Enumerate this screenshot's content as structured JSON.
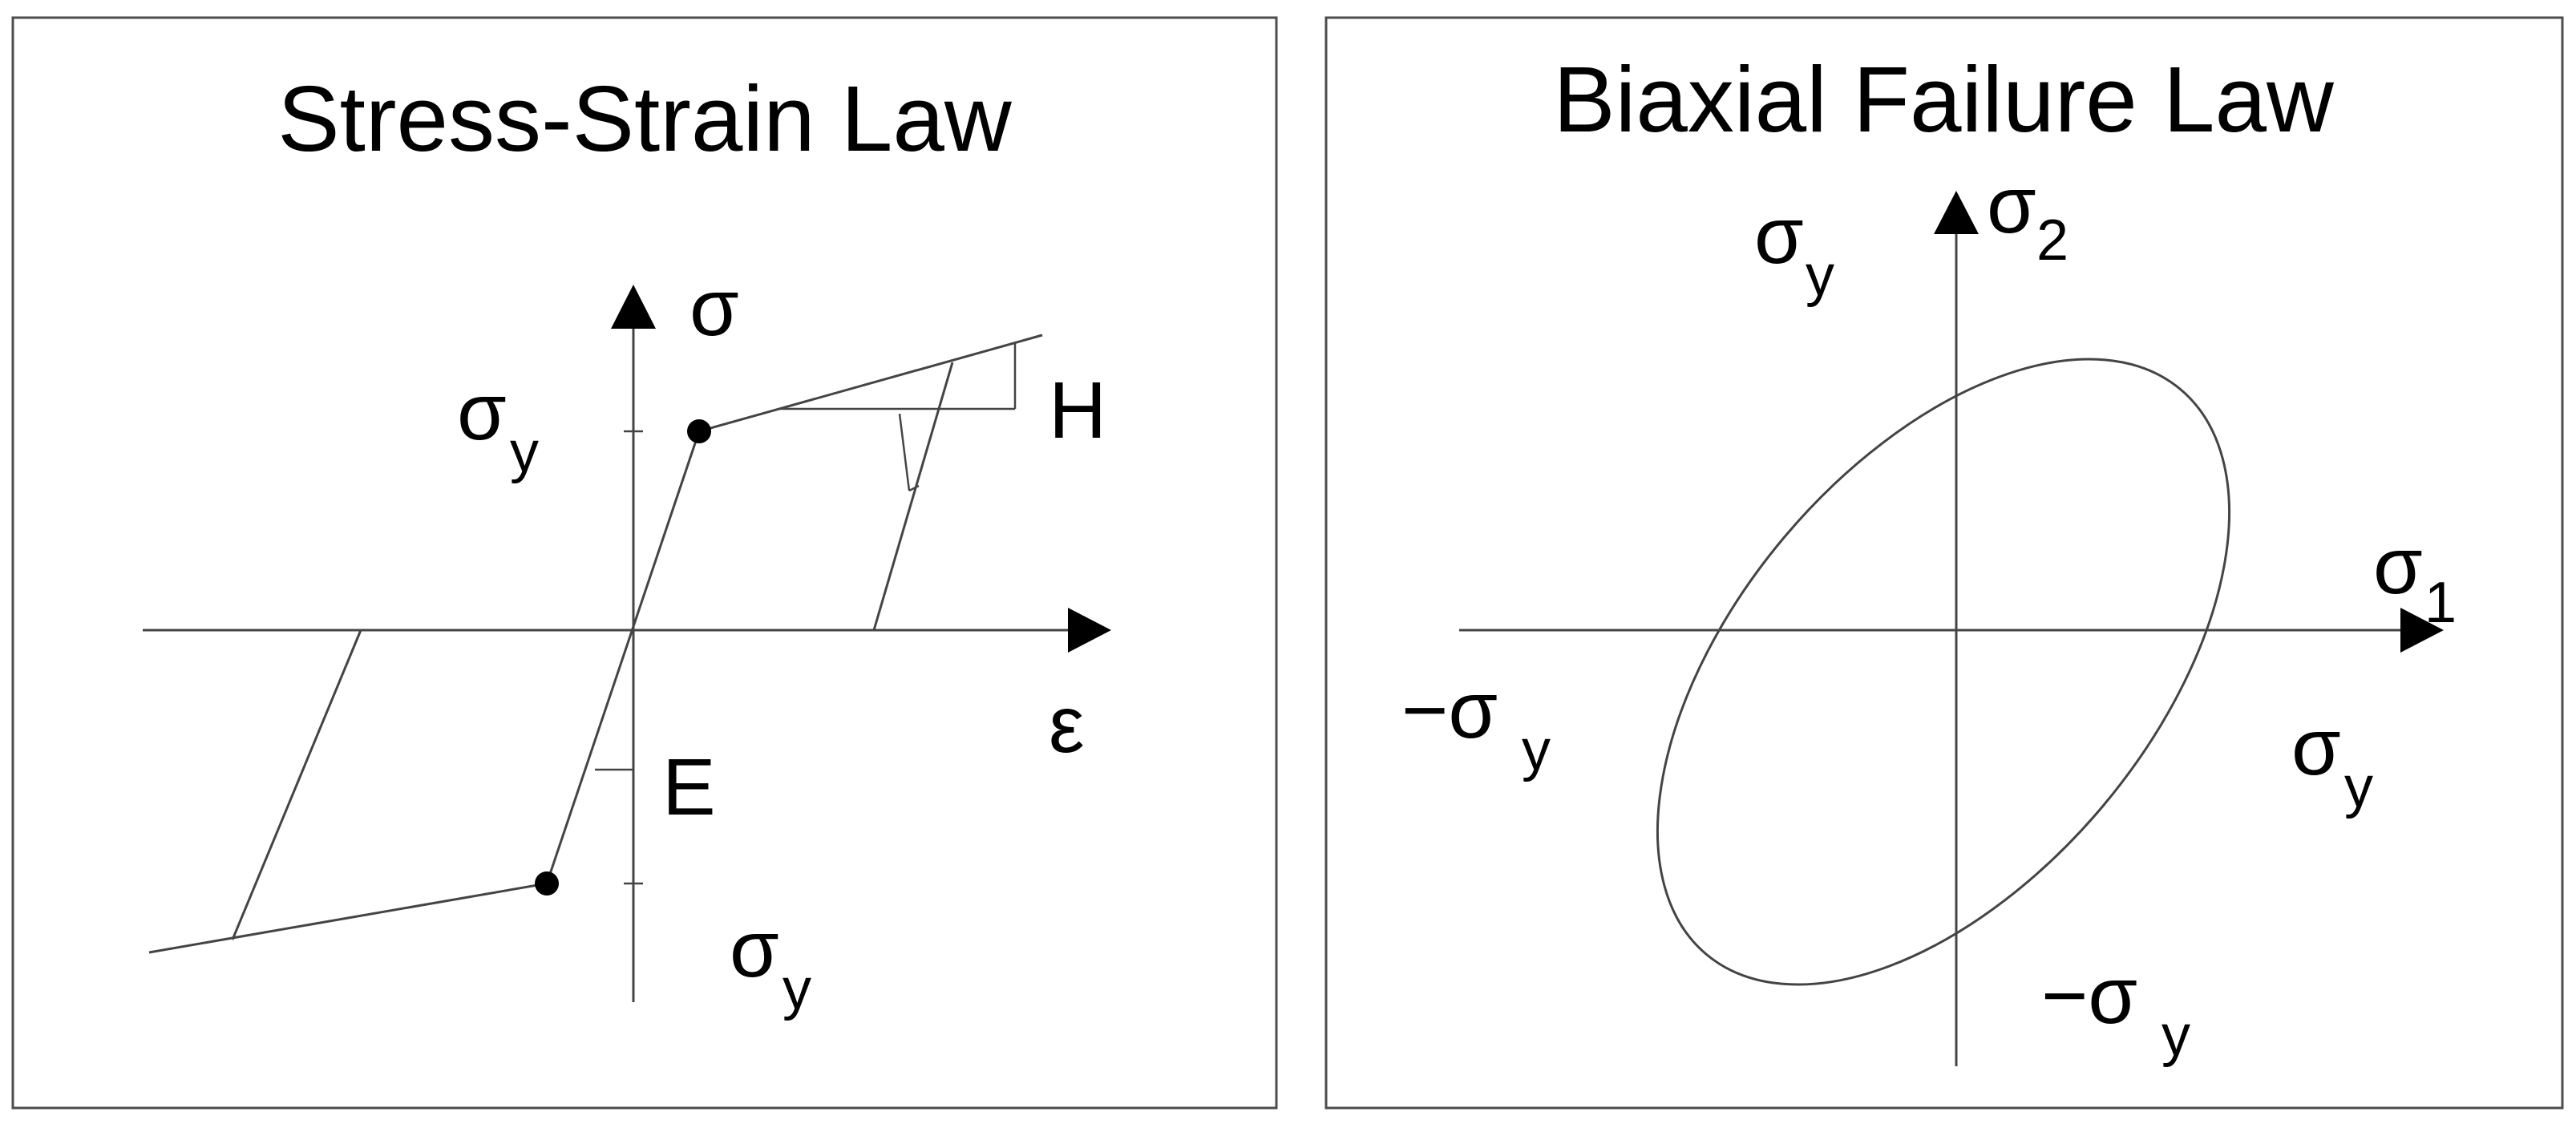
{
  "panels": {
    "left": {
      "title": "Stress-Strain Law",
      "labels": {
        "stress_axis": "σ",
        "strain_axis": "ε",
        "yield_top": "σ",
        "yield_top_sub": "y",
        "yield_bottom": "σ",
        "yield_bottom_sub": "y",
        "hardening": "H",
        "elastic": "E"
      }
    },
    "right": {
      "title": "Biaxial Failure Law",
      "labels": {
        "axis1": "σ",
        "axis1_sub": "1",
        "axis2": "σ",
        "axis2_sub": "2",
        "pos_y_axis2": "σ",
        "pos_y_axis2_sub": "y",
        "neg_y_axis1": "−σ",
        "neg_y_axis1_sub": "y",
        "pos_y_axis1": "σ",
        "pos_y_axis1_sub": "y",
        "neg_y_axis2": "−σ",
        "neg_y_axis2_sub": "y"
      }
    }
  },
  "colors": {
    "line": "#444444",
    "frame": "#4d4d4d",
    "text": "#000000",
    "background": "#ffffff"
  }
}
